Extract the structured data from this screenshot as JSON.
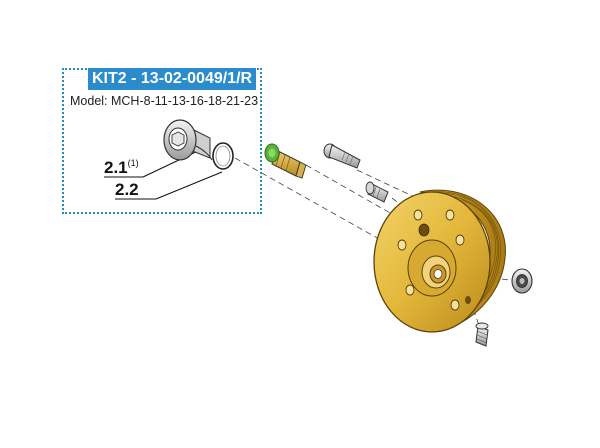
{
  "kit": {
    "title": "KIT2 - 13-02-0049/1/R",
    "model": "Model: MCH-8-11-13-16-18-21-23"
  },
  "callouts": [
    {
      "id": "2.1",
      "label": "2.1",
      "note": "(1)"
    },
    {
      "id": "2.2",
      "label": "2.2"
    }
  ],
  "colors": {
    "kit_border": "#1f8fc4",
    "kit_title_bg": "#2a8ccc",
    "body_gold": "#e3b73a",
    "valve_green": "#58b33a"
  }
}
